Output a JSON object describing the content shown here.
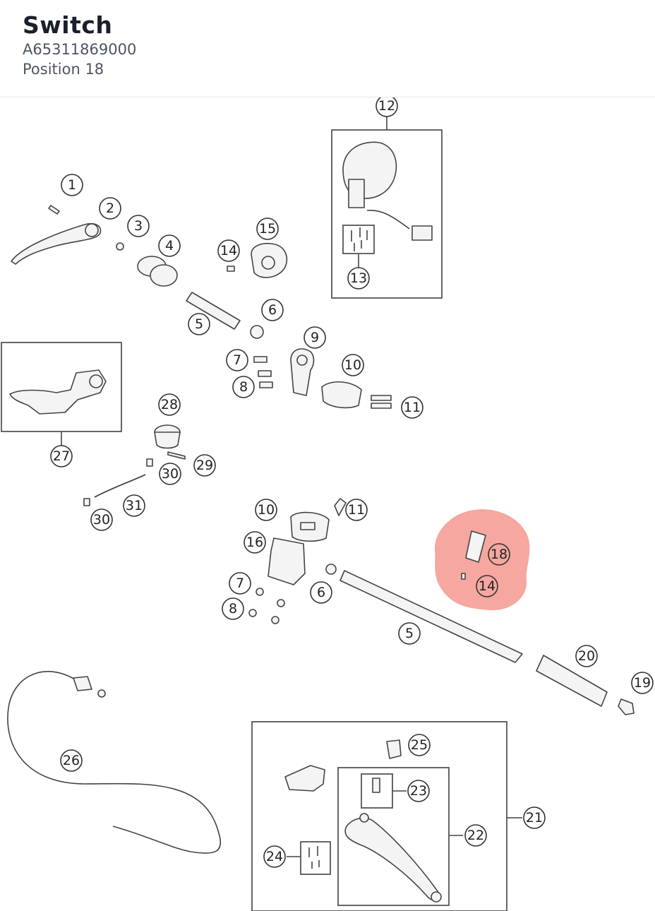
{
  "header": {
    "title": "Switch",
    "part_number": "A65311869000",
    "position": "Position 18"
  },
  "highlight": {
    "color": "#f28a80",
    "labels": [
      "18",
      "14"
    ]
  },
  "labels": {
    "l1": "1",
    "l2": "2",
    "l3": "3",
    "l4": "4",
    "l5a": "5",
    "l6a": "6",
    "l7a": "7",
    "l8a": "8",
    "l9": "9",
    "l10a": "10",
    "l11a": "11",
    "l12": "12",
    "l13": "13",
    "l14a": "14",
    "l15": "15",
    "l27": "27",
    "l28": "28",
    "l29": "29",
    "l30a": "30",
    "l30b": "30",
    "l31": "31",
    "l10b": "10",
    "l11b": "11",
    "l16": "16",
    "l7b": "7",
    "l8b": "8",
    "l6b": "6",
    "l5b": "5",
    "l18": "18",
    "l14b": "14",
    "l20": "20",
    "l19": "19",
    "l26": "26",
    "l25": "25",
    "l23": "23",
    "l22": "22",
    "l21": "21",
    "l24": "24"
  }
}
